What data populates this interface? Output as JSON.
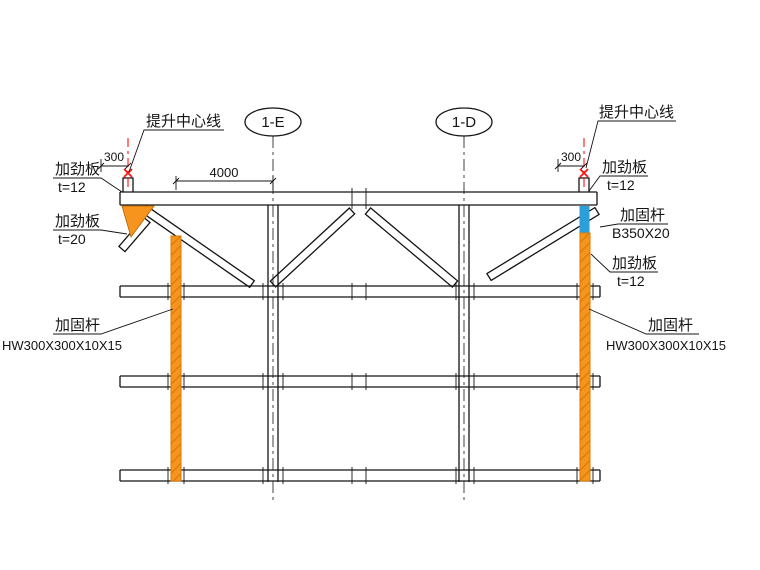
{
  "drawing": {
    "grid_bubbles": {
      "left": "1-E",
      "right": "1-D"
    },
    "dimensions": {
      "span": "4000",
      "offset_left": "300",
      "offset_right": "300"
    },
    "annotations": {
      "lift_center_left": "提升中心线",
      "lift_center_right": "提升中心线",
      "stiffener_top_left_name": "加劲板",
      "stiffener_top_left_spec": "t=12",
      "stiffener_lower_left_name": "加劲板",
      "stiffener_lower_left_spec": "t=20",
      "stiffener_top_right_name": "加劲板",
      "stiffener_top_right_spec": "t=12",
      "brace_right_name": "加固杆",
      "brace_right_spec": "B350X20",
      "stiffener_mid_right_name": "加劲板",
      "stiffener_mid_right_spec": "t=12",
      "rod_left_name": "加固杆",
      "rod_left_spec": "HW300X300X10X15",
      "rod_right_name": "加固杆",
      "rod_right_spec": "HW300X300X10X15"
    },
    "colors": {
      "line": "#141414",
      "rod_orange": "#F7941D",
      "rod_hatch": "#D97B06",
      "plate_blue": "#2D9FD8",
      "mark_red": "#FF1414",
      "background": "#FFFFFF"
    }
  }
}
